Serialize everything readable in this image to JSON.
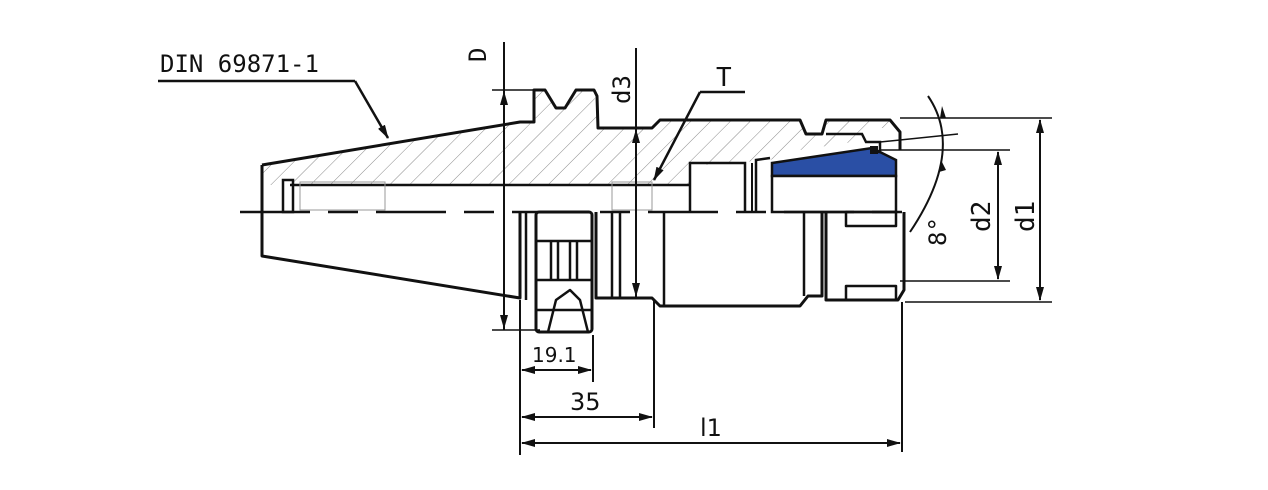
{
  "drawing": {
    "title": "Tool holder technical drawing (SK / DIN 69871 taper collet chuck)",
    "standard_label": "DIN 69871-1",
    "colors": {
      "line": "#111111",
      "hatch": "#8a8a8a",
      "collet_fill": "#2a4fa5",
      "background": "#ffffff"
    },
    "labels": {
      "D": "D",
      "d3": "d3",
      "T": "T",
      "d2": "d2",
      "d1": "d1",
      "angle": "8°",
      "l1": "l1"
    },
    "dimensions": {
      "flange_width": "19.1",
      "flange_to_body": "35",
      "overall_length": "l1"
    }
  }
}
